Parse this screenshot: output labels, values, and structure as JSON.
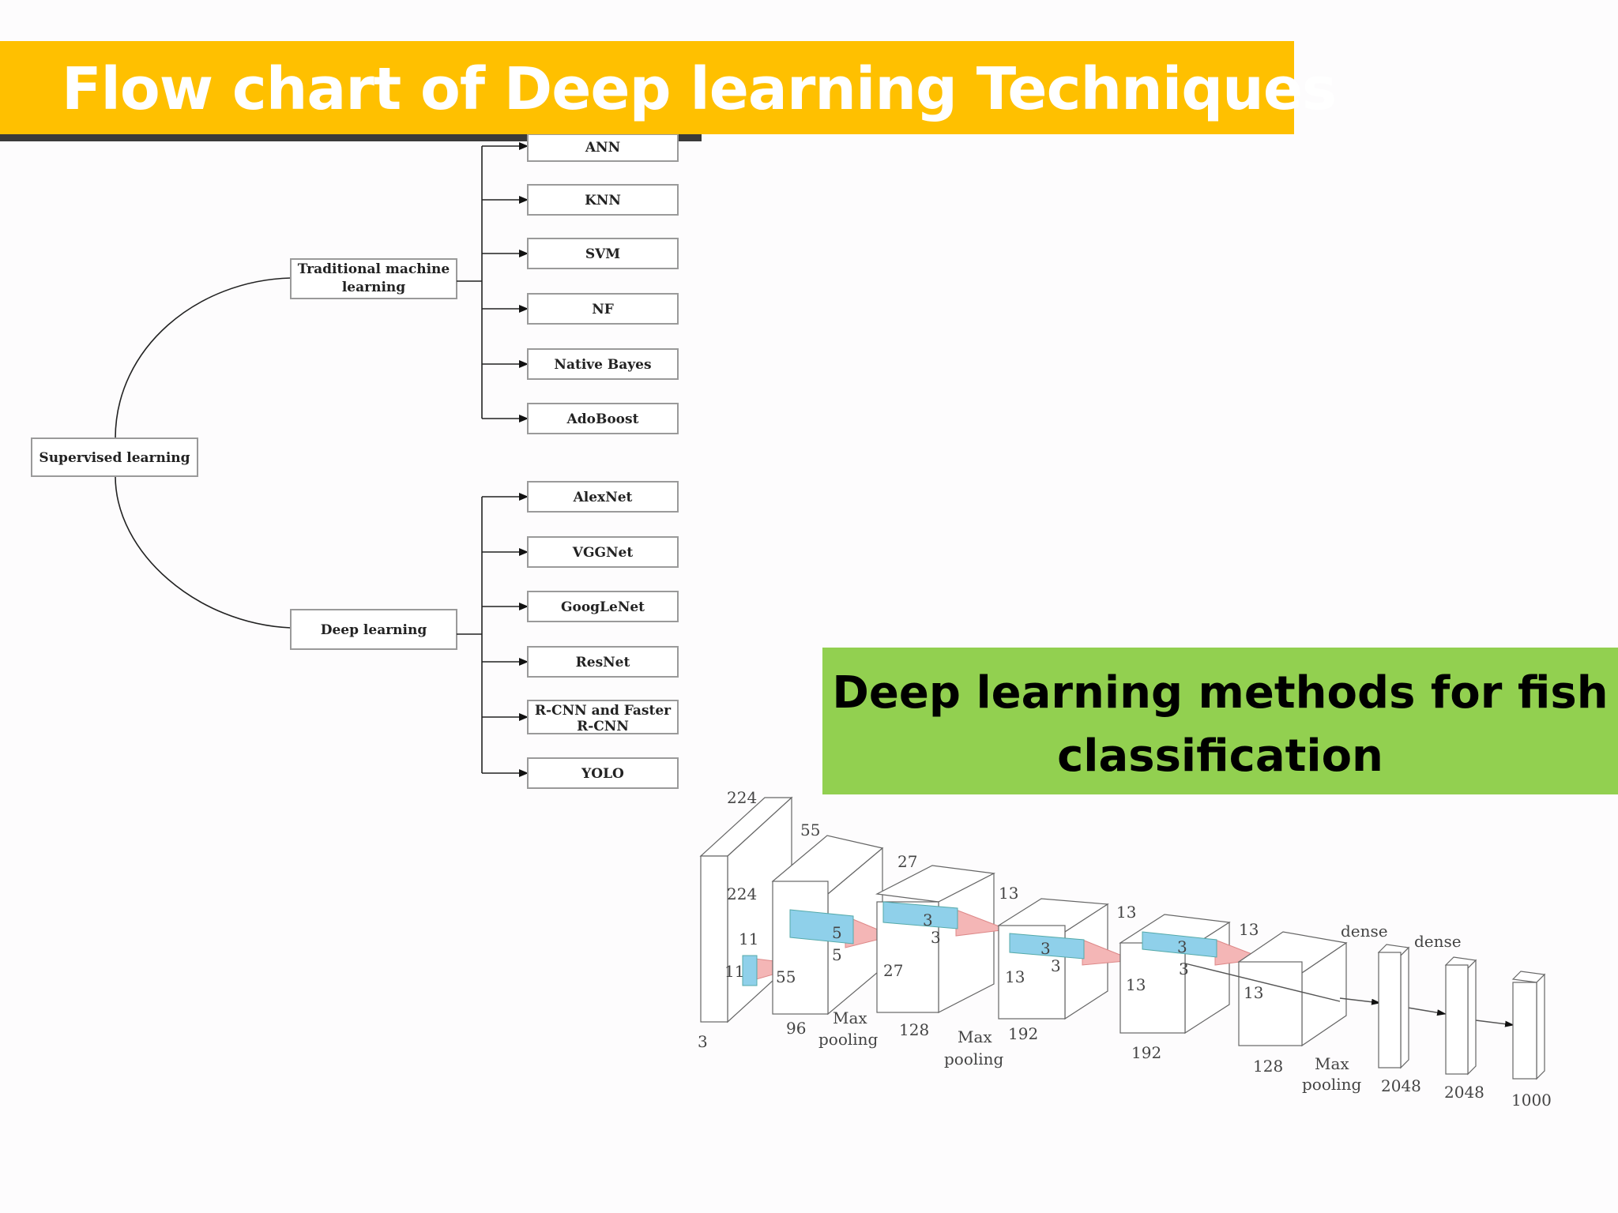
{
  "title": "Flow chart of Deep learning Techniques",
  "subtitle_box": {
    "line1": "Deep learning methods for fish",
    "line2": "classification"
  },
  "colors": {
    "title_bar": "#ffc000",
    "subtitle_bar": "#92d050"
  },
  "flowchart": {
    "root": "Supervised  learning",
    "traditional": {
      "label_line1": "Traditional machine",
      "label_line2": "learning",
      "children": [
        "ANN",
        "KNN",
        "SVM",
        "NF",
        "Native Bayes",
        "AdoBoost"
      ]
    },
    "deep": {
      "label": "Deep learning",
      "children": [
        "AlexNet",
        "VGGNet",
        "GoogLeNet",
        "ResNet",
        "R-CNN and Faster R-CNN",
        "YOLO"
      ],
      "rcnn_line1": "R-CNN and Faster",
      "rcnn_line2": "R-CNN"
    }
  },
  "cnn_diagram": {
    "input": {
      "h": "224",
      "w": "224",
      "c": "3"
    },
    "kernel1": {
      "a": "11",
      "b": "11"
    },
    "l1": {
      "a": "55",
      "b": "55",
      "c": "96",
      "k": "5",
      "k2": "5"
    },
    "pool1": "Max pooling",
    "l2": {
      "a": "27",
      "b": "27",
      "c": "128",
      "k": "3",
      "k2": "3"
    },
    "pool2": "Max pooling",
    "l3": {
      "a": "13",
      "b": "13",
      "c": "192",
      "k": "3",
      "k2": "3"
    },
    "l4": {
      "a": "13",
      "b": "13",
      "c": "192",
      "k": "3",
      "k2": "3"
    },
    "l5": {
      "a": "13",
      "b": "13",
      "c": "128"
    },
    "pool3": "Max pooling",
    "dense1": {
      "label": "dense",
      "size": "2048"
    },
    "dense2": {
      "label": "dense",
      "size": "2048"
    },
    "out": {
      "size": "1000"
    }
  }
}
